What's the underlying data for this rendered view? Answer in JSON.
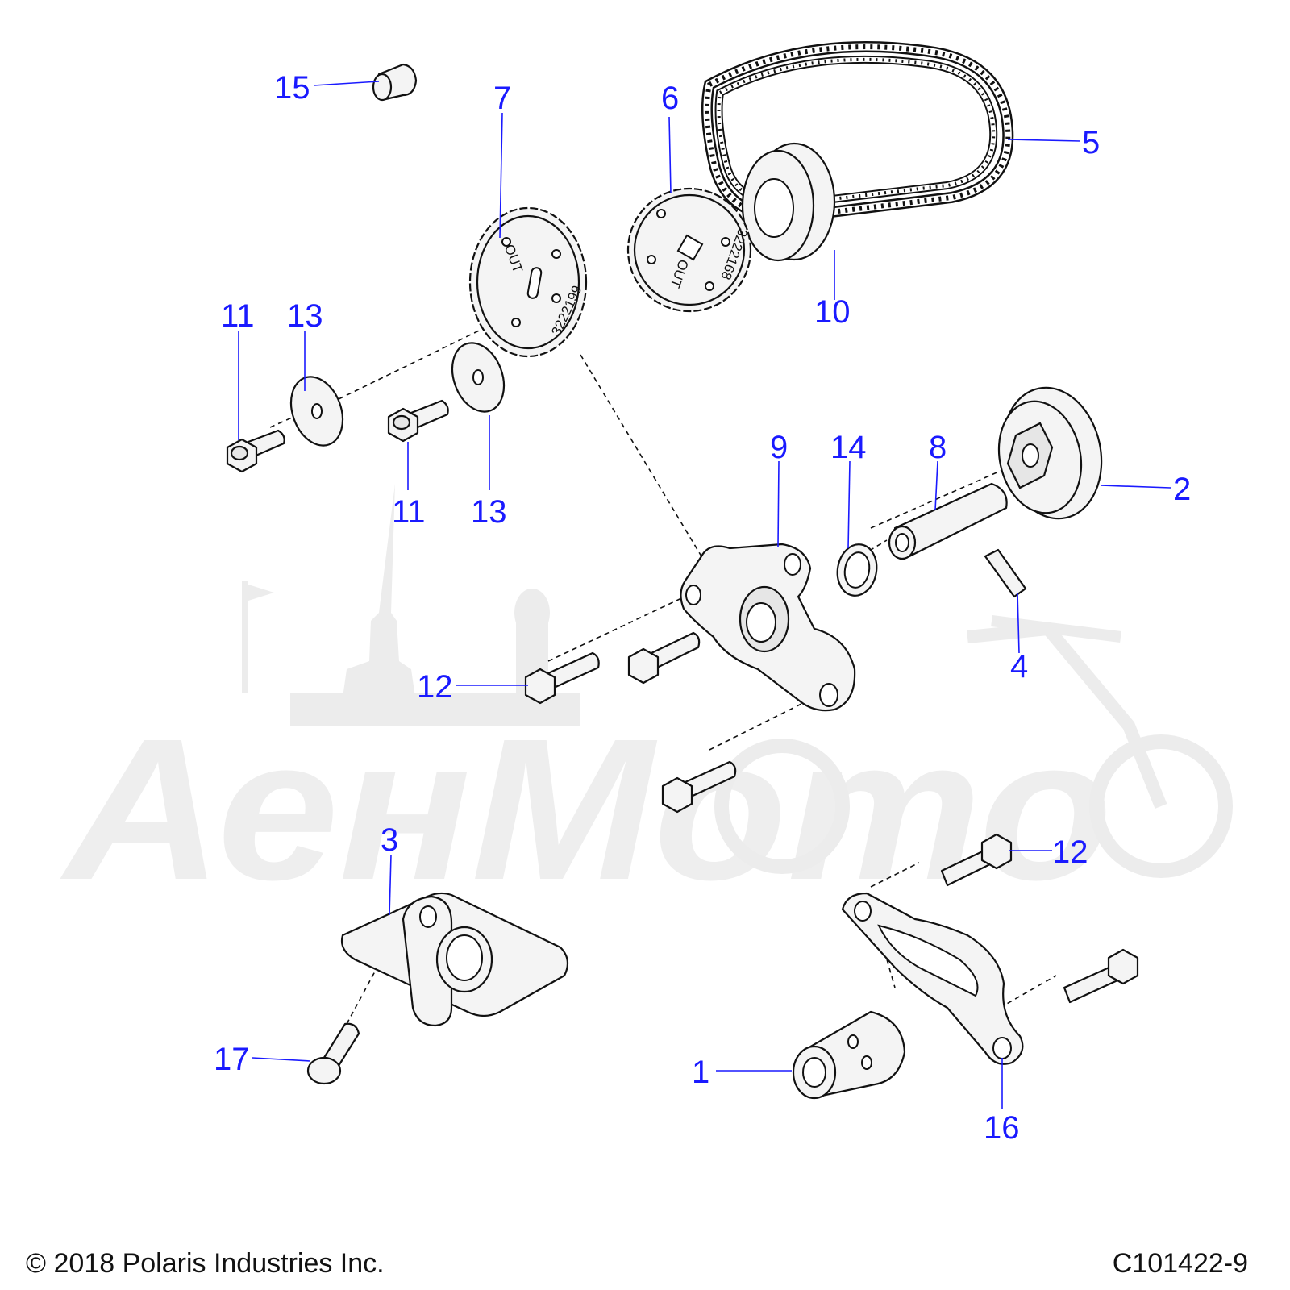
{
  "callouts": {
    "c1": "1",
    "c2": "2",
    "c3": "3",
    "c4": "4",
    "c5": "5",
    "c6": "6",
    "c7": "7",
    "c8": "8",
    "c9": "9",
    "c10": "10",
    "c11a": "11",
    "c11b": "11",
    "c12a": "12",
    "c12b": "12",
    "c13a": "13",
    "c13b": "13",
    "c14": "14",
    "c15": "15",
    "c16": "16",
    "c17": "17"
  },
  "stamps": {
    "sprocket7_out": "OUT",
    "sprocket7_number": "3222199",
    "sprocket6_out": "OUT",
    "sprocket6_number": "3222168"
  },
  "watermark": {
    "text": "АенМото"
  },
  "footer": {
    "copyright": "© 2018 Polaris Industries Inc.",
    "drawing_number": "C101422-9"
  },
  "colors": {
    "callout": "#1a1aff",
    "line": "#111111",
    "watermark": "#ececec"
  }
}
